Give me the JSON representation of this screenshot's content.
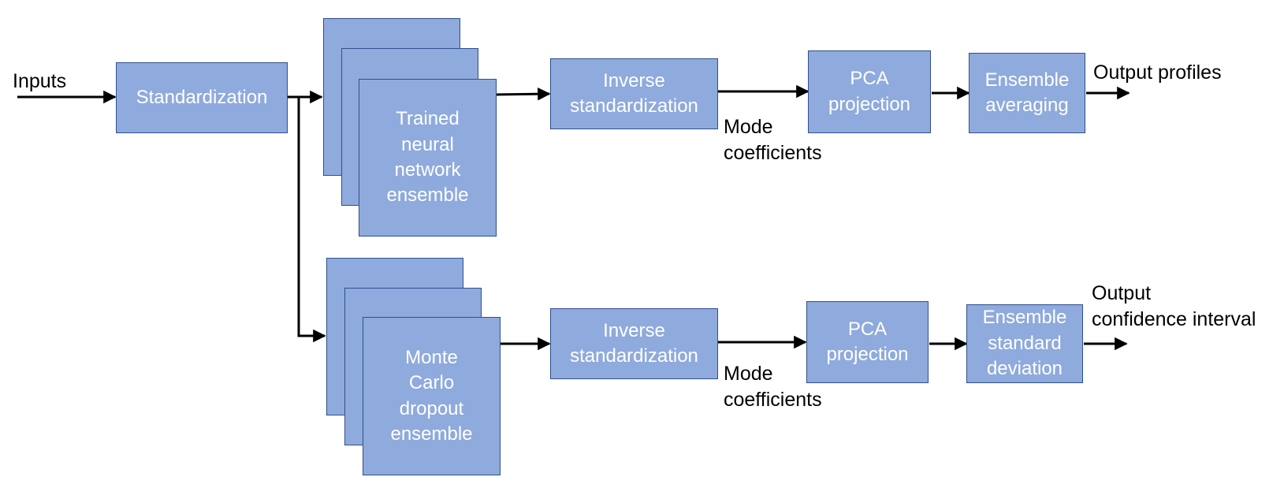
{
  "colors": {
    "box_fill": "#8faadc",
    "box_border": "#2f4f8f",
    "line": "#000000"
  },
  "labels": {
    "inputs": "Inputs",
    "output_profiles": "Output profiles",
    "output_confidence": "Output\nconfidence interval",
    "mode_coeff_top": "Mode\ncoefficients",
    "mode_coeff_bottom": "Mode\ncoefficients"
  },
  "boxes": {
    "standardization": "Standardization",
    "nn_ensemble": "Trained\nneural\nnetwork\nensemble",
    "mc_ensemble": "Monte\nCarlo\ndropout\nensemble",
    "inverse_std_top": "Inverse\nstandardization",
    "inverse_std_bottom": "Inverse\nstandardization",
    "pca_top": "PCA\nprojection",
    "pca_bottom": "PCA\nprojection",
    "ens_averaging": "Ensemble\naveraging",
    "ens_std_dev": "Ensemble\nstandard\ndeviation"
  }
}
